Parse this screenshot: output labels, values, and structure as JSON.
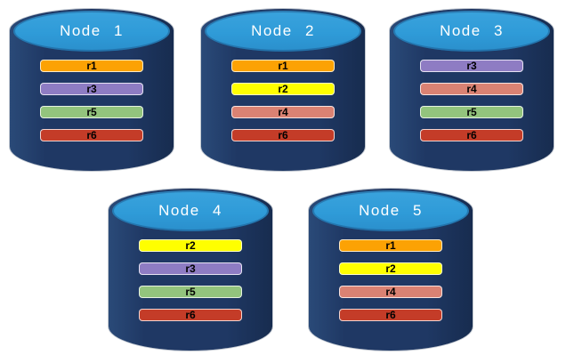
{
  "diagram": {
    "type": "database-replication-diagram",
    "background": "#FFFFFF",
    "colors": {
      "cylinder_body": "#1F3864",
      "cylinder_top": "#2F9BD8",
      "node_label_text": "#FFFFFF",
      "replica_label_text": "#000000"
    },
    "replica_colors": {
      "r1": "#FCA204",
      "r2": "#FFFF00",
      "r3": "#8E7CC3",
      "r4": "#DA8273",
      "r5": "#93C47D",
      "r6": "#C43C28"
    },
    "nodes": [
      {
        "label": "Node 1",
        "replicas": [
          {
            "label": "r1",
            "color": "#FCA204"
          },
          {
            "label": "r3",
            "color": "#8E7CC3"
          },
          {
            "label": "r5",
            "color": "#93C47D"
          },
          {
            "label": "r6",
            "color": "#C43C28"
          }
        ]
      },
      {
        "label": "Node 2",
        "replicas": [
          {
            "label": "r1",
            "color": "#FCA204"
          },
          {
            "label": "r2",
            "color": "#FFFF00"
          },
          {
            "label": "r4",
            "color": "#DA8273"
          },
          {
            "label": "r6",
            "color": "#C43C28"
          }
        ]
      },
      {
        "label": "Node 3",
        "replicas": [
          {
            "label": "r3",
            "color": "#8E7CC3"
          },
          {
            "label": "r4",
            "color": "#DA8273"
          },
          {
            "label": "r5",
            "color": "#93C47D"
          },
          {
            "label": "r6",
            "color": "#C43C28"
          }
        ]
      },
      {
        "label": "Node 4",
        "replicas": [
          {
            "label": "r2",
            "color": "#FFFF00"
          },
          {
            "label": "r3",
            "color": "#8E7CC3"
          },
          {
            "label": "r5",
            "color": "#93C47D"
          },
          {
            "label": "r6",
            "color": "#C43C28"
          }
        ]
      },
      {
        "label": "Node 5",
        "replicas": [
          {
            "label": "r1",
            "color": "#FCA204"
          },
          {
            "label": "r2",
            "color": "#FFFF00"
          },
          {
            "label": "r4",
            "color": "#DA8273"
          },
          {
            "label": "r6",
            "color": "#C43C28"
          }
        ]
      }
    ]
  }
}
